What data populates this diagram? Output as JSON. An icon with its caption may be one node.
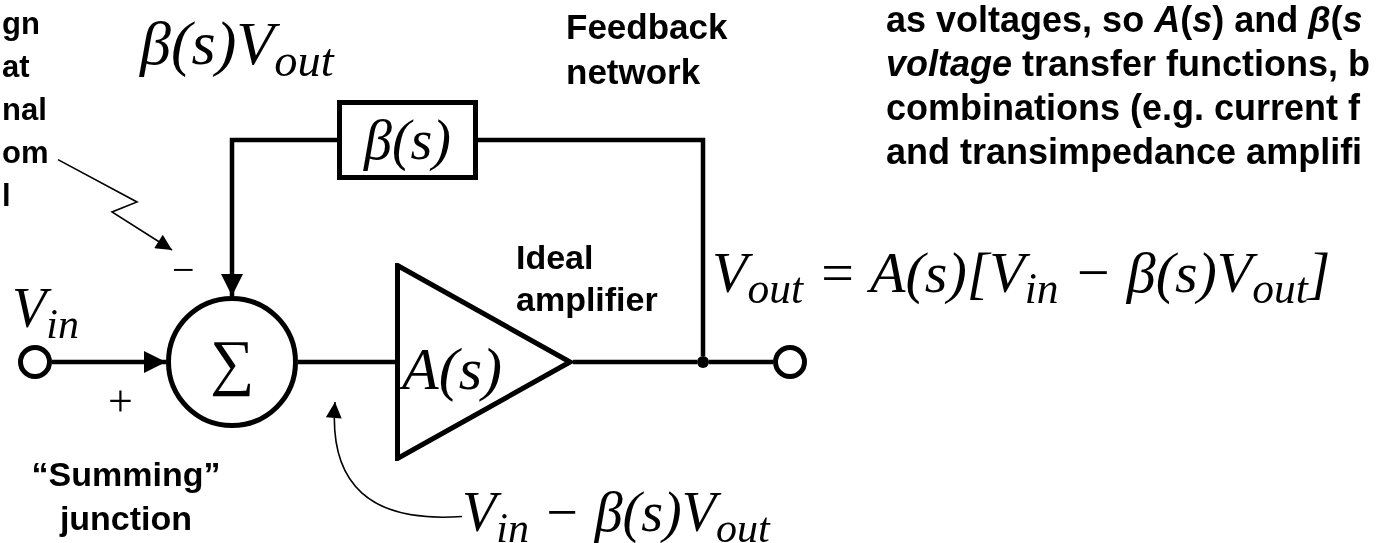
{
  "diagram": {
    "nodes": [
      {
        "text": [
          "gn at nal om l"
        ]
      },
      {
        "text": [
          "−"
        ]
      },
      {
        "text": [],
        "shape": "circle",
        "beside": [
          "V$_{in}$"
        ]
      },
      {
        "text": [
          "∑"
        ],
        "beside": [
          "“Summing” junction"
        ]
      },
      {
        "text": [
          "β(s)"
        ]
      },
      {
        "text": [
          "A(s)"
        ],
        "beside": [
          "Ideal amplifier"
        ]
      },
      {
        "text": [],
        "shape": "circle"
      },
      {
        "text": [],
        "shape": "circle"
      },
      {
        "text": [
          "V$_{in}$ − β(s)V$_{out}$"
        ]
      }
    ],
    "edges": [
      {
        "from": 0,
        "to": 1,
        "arrow": "to"
      },
      {
        "from": 2,
        "to": 3,
        "arrow": "to"
      },
      {
        "from": 3,
        "to": 5,
        "arrow": "none"
      },
      {
        "from": 5,
        "to": 6,
        "arrow": "none"
      },
      {
        "from": 6,
        "to": 7,
        "arrow": "none"
      },
      {
        "from": 6,
        "to": 4,
        "arrow": "none"
      },
      {
        "from": 4,
        "to": 3,
        "arrow": "to"
      },
      {
        "from": 8,
        "to": null,
        "arrow": "to"
      }
    ],
    "labels": [
      "β(s)V$_{out}$",
      "Feedback network",
      "as voltages, so *A*(*s*) and *β*(*s* *voltage* transfer functions, b combinations (e.g. current f and transimpedance amplifi",
      "V$_{out}$ = A(s)[V$_{in}$ − β(s)V$_{out}$]",
      "+"
    ]
  }
}
